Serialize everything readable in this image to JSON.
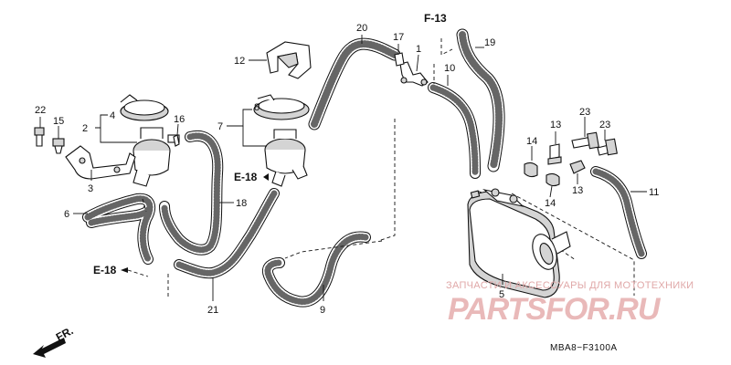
{
  "callouts": {
    "n1": "1",
    "n2": "2",
    "n3": "3",
    "n4": "4",
    "n5": "5",
    "n6": "6",
    "n7": "7",
    "n8": "8",
    "n9": "9",
    "n10": "10",
    "n11": "11",
    "n12": "12",
    "n13a": "13",
    "n13b": "13",
    "n14a": "14",
    "n14b": "14",
    "n15": "15",
    "n16": "16",
    "n17": "17",
    "n18": "18",
    "n19": "19",
    "n20": "20",
    "n21": "21",
    "n22": "22",
    "n23a": "23",
    "n23b": "23"
  },
  "references": {
    "f13": "F-13",
    "e18_upper": "E-18",
    "e18_lower": "E-18",
    "front_label": "FR."
  },
  "diagram_code": "MBA8−F3100A",
  "watermark": {
    "caption": "ЗАПЧАСТИ И АКСЕССУАРЫ ДЛЯ МОТОТЕХНИКИ",
    "logo": "PARTSFOR.RU"
  }
}
